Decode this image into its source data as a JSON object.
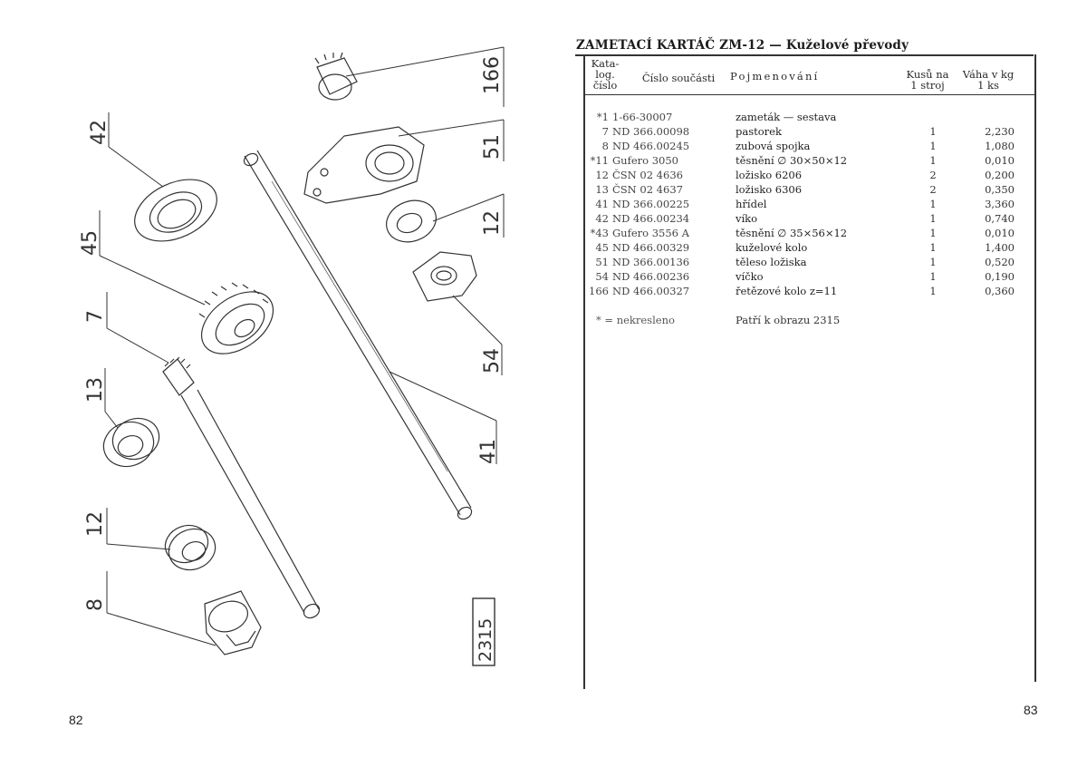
{
  "left_page": {
    "page_number": "82",
    "figure_number": "2315",
    "callouts": [
      "166",
      "42",
      "51",
      "45",
      "12",
      "7",
      "54",
      "13",
      "41",
      "12",
      "8"
    ]
  },
  "right_page": {
    "page_number": "83",
    "title": "ZAMETACÍ KARTÁČ ZM-12 — Kuželové převody",
    "headers": {
      "katalog": [
        "Kata-",
        "log.",
        "číslo"
      ],
      "cislo_soucasti": "Číslo součásti",
      "pojmenovani": "Pojmenování",
      "kusu_na": [
        "Kusů na",
        "1 stroj"
      ],
      "vaha": [
        "Váha v kg",
        "1 ks"
      ]
    },
    "rows": [
      {
        "cat": "*1",
        "part": "1-66-30007",
        "name": "zameták — sestava",
        "qty": "",
        "weight": ""
      },
      {
        "cat": "7",
        "part": "ND 366.00098",
        "name": "pastorek",
        "qty": "1",
        "weight": "2,230"
      },
      {
        "cat": "8",
        "part": "ND 466.00245",
        "name": "zubová spojka",
        "qty": "1",
        "weight": "1,080"
      },
      {
        "cat": "*11",
        "part": "Gufero 3050",
        "name": "těsnění ∅ 30×50×12",
        "qty": "1",
        "weight": "0,010"
      },
      {
        "cat": "12",
        "part": "ČSN 02 4636",
        "name": "ložisko 6206",
        "qty": "2",
        "weight": "0,200"
      },
      {
        "cat": "13",
        "part": "ČSN 02 4637",
        "name": "ložisko 6306",
        "qty": "2",
        "weight": "0,350"
      },
      {
        "cat": "41",
        "part": "ND 366.00225",
        "name": "hřídel",
        "qty": "1",
        "weight": "3,360"
      },
      {
        "cat": "42",
        "part": "ND 466.00234",
        "name": "víko",
        "qty": "1",
        "weight": "0,740"
      },
      {
        "cat": "*43",
        "part": "Gufero 3556 A",
        "name": "těsnění ∅ 35×56×12",
        "qty": "1",
        "weight": "0,010"
      },
      {
        "cat": "45",
        "part": "ND 466.00329",
        "name": "kuželové kolo",
        "qty": "1",
        "weight": "1,400"
      },
      {
        "cat": "51",
        "part": "ND 366.00136",
        "name": "těleso ložiska",
        "qty": "1",
        "weight": "0,520"
      },
      {
        "cat": "54",
        "part": "ND 466.00236",
        "name": "víčko",
        "qty": "1",
        "weight": "0,190"
      },
      {
        "cat": "166",
        "part": "ND 466.00327",
        "name": "řetězové kolo z=11",
        "qty": "1",
        "weight": "0,360"
      }
    ],
    "footnote": "* = nekresleno",
    "figure_ref": "Patří k obrazu 2315"
  }
}
